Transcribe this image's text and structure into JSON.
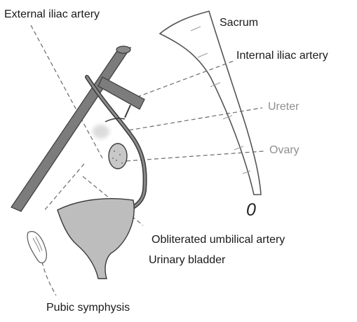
{
  "labels": {
    "external_iliac_artery": "External iliac artery",
    "sacrum": "Sacrum",
    "internal_iliac_artery": "Internal iliac artery",
    "ureter": "Ureter",
    "ovary": "Ovary",
    "marker_zero": "0",
    "obliterated_umbilical_artery": "Obliterated umbilical artery",
    "urinary_bladder": "Urinary bladder",
    "pubic_symphysis": "Pubic symphysis"
  },
  "colors": {
    "artery_fill": "#7c7c7c",
    "artery_stroke": "#3a3a3a",
    "bladder_fill": "#bdbdbd",
    "leader_line": "#6a6a6a",
    "faint_label": "#8f8f8f"
  }
}
